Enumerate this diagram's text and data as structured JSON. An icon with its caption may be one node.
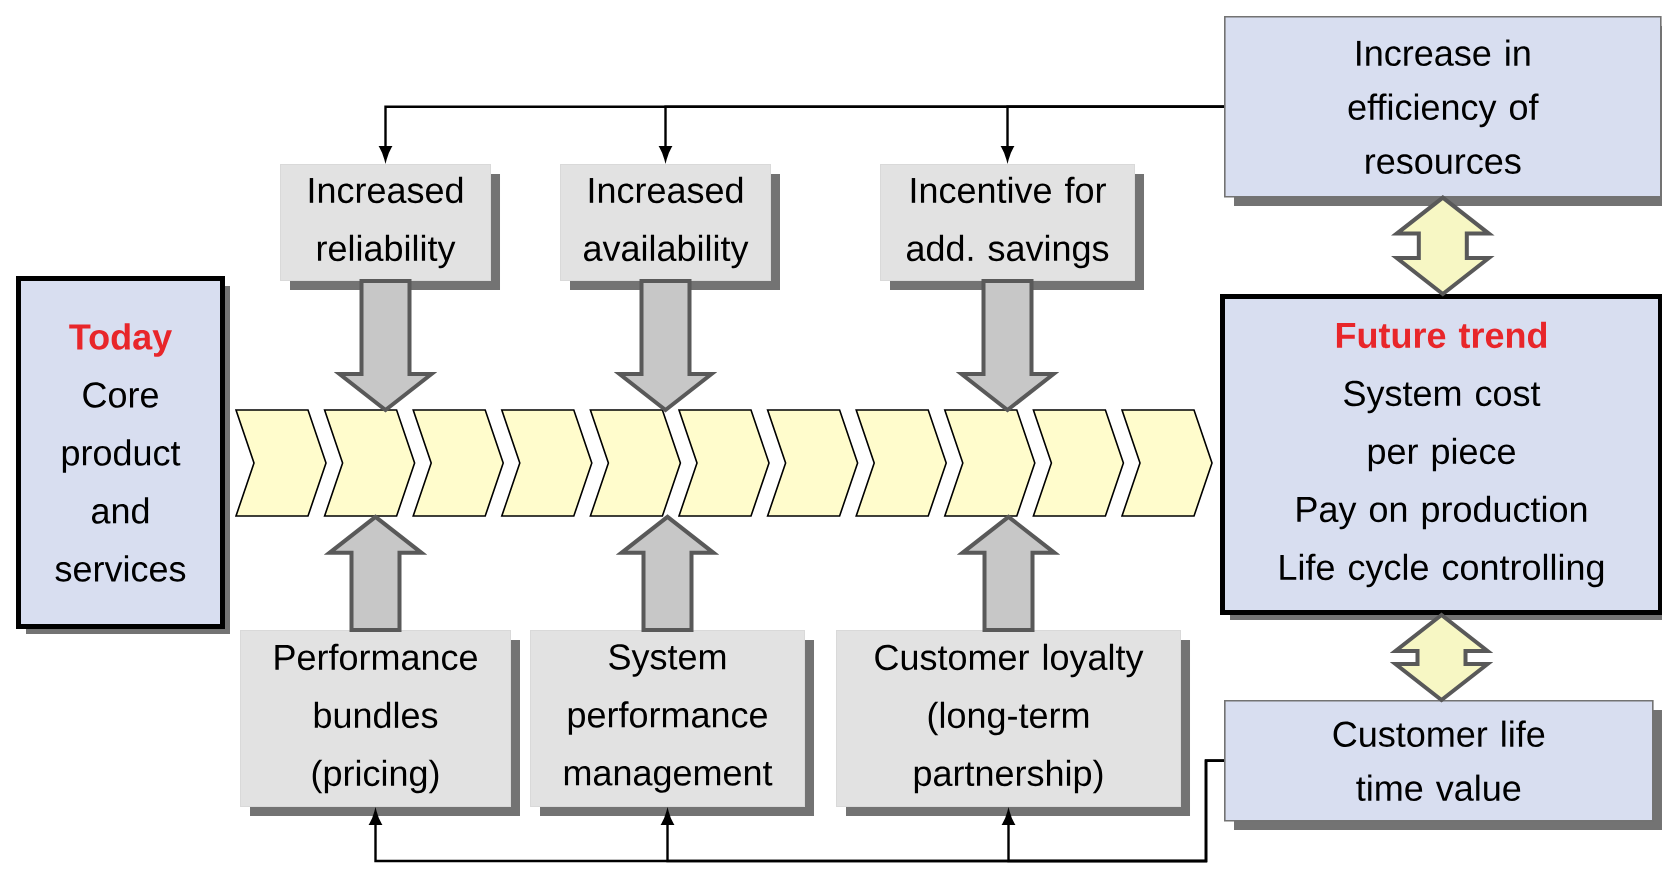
{
  "diagram": {
    "nodes": [
      {
        "text": [
          "Today",
          "Core product and services"
        ]
      },
      {
        "text": [
          "Increased reliability"
        ]
      },
      {
        "text": [
          "Increased availability"
        ]
      },
      {
        "text": [
          "Incentive for add. savings"
        ]
      },
      {
        "text": [
          "Increase in efficiency of resources"
        ]
      },
      {
        "text": [
          "Future trend",
          "System cost per piece",
          "Pay on production",
          "Life cycle controlling"
        ]
      },
      {
        "text": [],
        "shape": "chevron"
      },
      {
        "text": [
          "Performance bundles (pricing)"
        ]
      },
      {
        "text": [
          "System performance management"
        ]
      },
      {
        "text": [
          "Customer loyalty (long-term partnership)"
        ]
      },
      {
        "text": [
          "Customer life time value"
        ]
      }
    ],
    "edges": [
      {
        "from": 4,
        "to": 1,
        "arrow": "to"
      },
      {
        "from": 4,
        "to": 2,
        "arrow": "to"
      },
      {
        "from": 4,
        "to": 3,
        "arrow": "to"
      },
      {
        "from": 1,
        "to": 6,
        "arrow": "to",
        "style": "thick",
        "color": "#c7c7c7"
      },
      {
        "from": 2,
        "to": 6,
        "arrow": "to",
        "style": "thick",
        "color": "#c7c7c7"
      },
      {
        "from": 3,
        "to": 6,
        "arrow": "to",
        "style": "thick",
        "color": "#c7c7c7"
      },
      {
        "from": 7,
        "to": 6,
        "arrow": "to",
        "style": "thick",
        "color": "#c7c7c7"
      },
      {
        "from": 8,
        "to": 6,
        "arrow": "to",
        "style": "thick",
        "color": "#c7c7c7"
      },
      {
        "from": 9,
        "to": 6,
        "arrow": "to",
        "style": "thick",
        "color": "#c7c7c7"
      },
      {
        "from": 10,
        "to": 7,
        "arrow": "to"
      },
      {
        "from": 10,
        "to": 8,
        "arrow": "to"
      },
      {
        "from": 10,
        "to": 9,
        "arrow": "to"
      },
      {
        "from": 4,
        "to": 5,
        "arrow": "both",
        "style": "thick",
        "color": "#f7f7c4"
      },
      {
        "from": 5,
        "to": 10,
        "arrow": "both",
        "style": "thick",
        "color": "#f7f7c4"
      }
    ]
  }
}
